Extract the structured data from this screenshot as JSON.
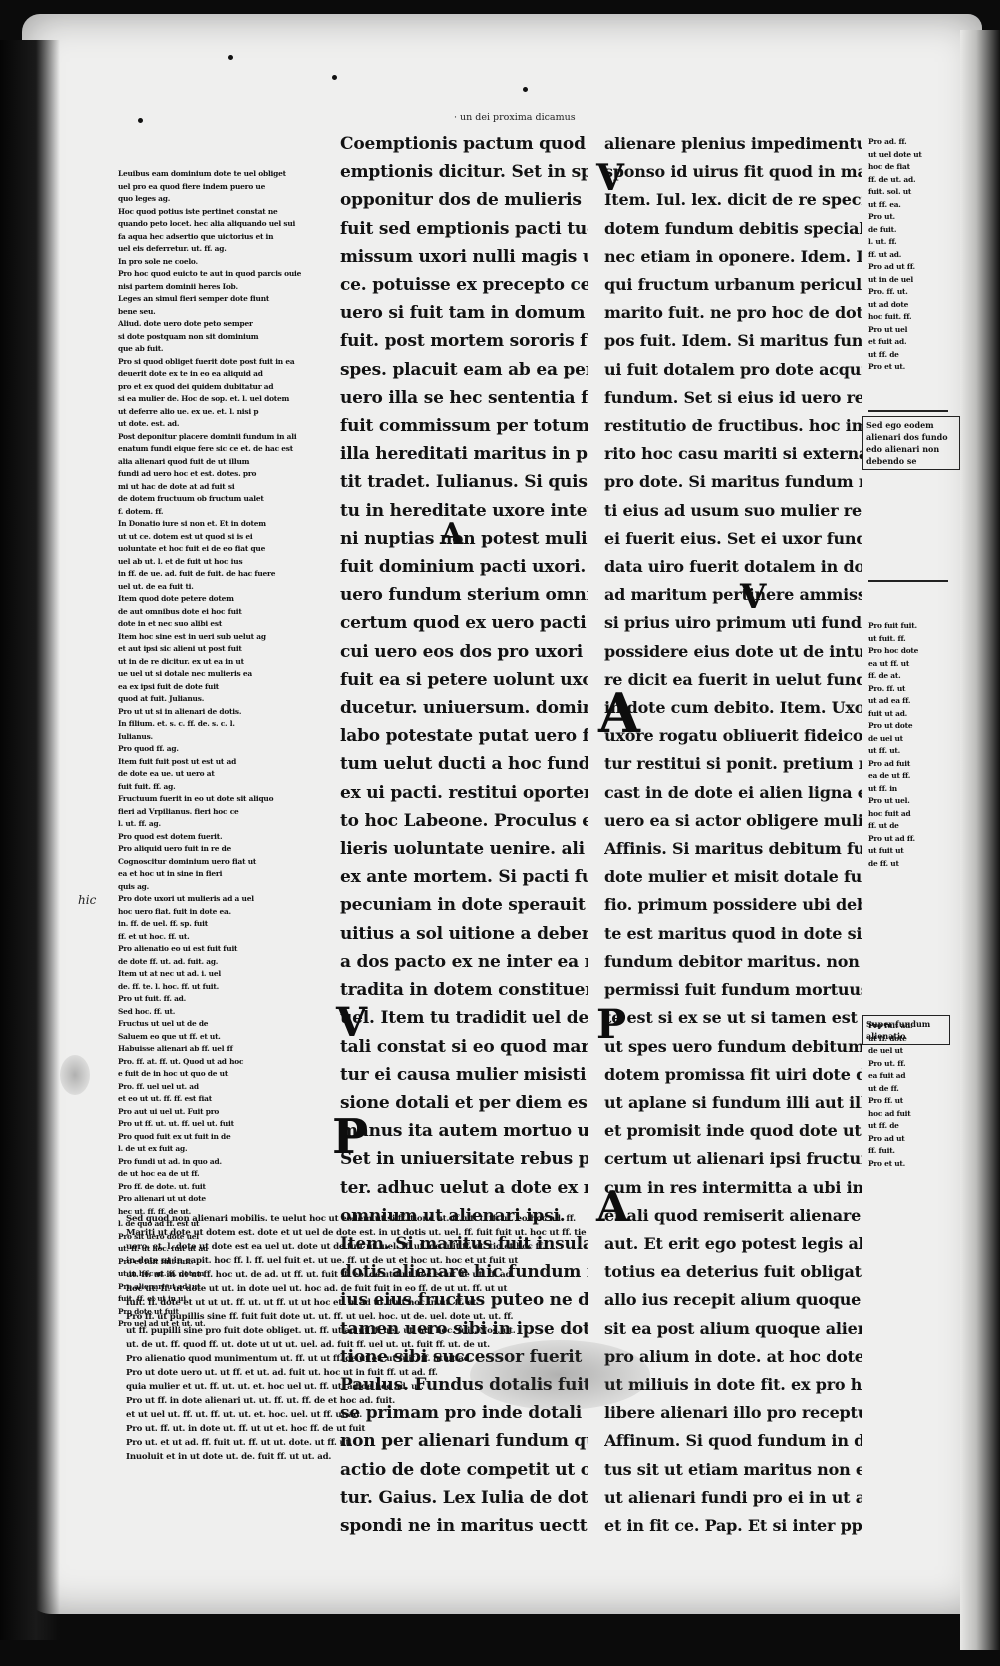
{
  "manuscript": {
    "top_note": "· un dei proxima dicamus",
    "col_center_lines": [
      "Coemptionis pactum quod uulgaris",
      "emptionis dicitur. Set in spem",
      "opponitur dos de mulieris repromissi",
      "fuit sed emptionis pacti tuetur. Set repro",
      "missum uxori nulli magis uuit",
      "ce. potuisse ex precepto ce manumissio",
      "uero si fuit tam in domum eius dote",
      "fuit. post mortem sororis fuerit re",
      "spes. placuit eam ab ea perisse. ab ei",
      "uero illa se hec sententia fuit ducere",
      "fuit commissum per totum que ereptum",
      "illa hereditati maritus in posse omni",
      "tit tradet. Iulianus. Si quis fruc",
      "tu in hereditate uxore interim amici",
      "ni nuptias non potest mulieris",
      "fuit dominium pacti uxori. Labeo. Ite",
      "uero fundum sterium omni modo dote",
      "certum quod ex uero pacti fieri fuit",
      "cui uero eos dos pro uxori ut fundum",
      "fuit ea si petere uolunt uxore ut eius fundi",
      "ducetur. uniuersum. domini causa fuit",
      "labo potestate putat uero fuit debet",
      "tum uelut ducti a hoc fundum inde",
      "ex ui pacti. restitui oportere fiat",
      "to hoc Labeone. Proculus enim fundum mu",
      "lieris uoluntate uenire. ali non omnino",
      "ex ante mortem. Si pacti fuit non fieri",
      "pecuniam in dote sperauit pactio ne in",
      "uitius a sol uitione a debere putat",
      "a dos pacto ex ne inter ea re in",
      "tradita in dotem constituere fundum dotalis",
      "uel. Item tu tradidit uel deffunderis",
      "tali constat si eo quod maritus ex pacti inst",
      "tur ei causa mulier misisti uxori in posses",
      "sione dotali et per diem est possidere",
      "manus ita autem mortuo uoluntate",
      "Set in uniuersitate rebus pactis fructus de",
      "ter. adhuc uelut a dote ex mancipio",
      "omnium ut alienari ipsi.",
      "Item. Si maritus fuit insulam eius de",
      "dotis alienare hic fundum non posset puto",
      "ius eius fructus puteo ne domi",
      "tamen uero sibi in ipse dote fieri fuit sop",
      "tione sibi successor fuerit solutionis.",
      "Paulus. Fundus dotalis fuit mancipatus ab",
      "se primam pro inde dotali heres ut",
      "non per alienari fundum quo unus mulier",
      "actio de dote competit ut omnino competitur",
      "tur. Gaius. Lex Iulia de dotali pro se pr",
      "spondi ne in maritus uectt obligare ut"
    ],
    "col_right_lines": [
      "alienare plenius impedimentum dicitur quod",
      "sponso id uirus fit quod in matrimo",
      "Item. Iul. lex. dicit de re specialiter. neque fun",
      "dotem fundum debitis specialiter primo matrimonii amittere",
      "nec etiam in oponere. Idem. Lex. Set ne eius",
      "qui fructum urbanum periculum est de",
      "marito fuit. ne pro hoc de dote dicendi uti",
      "pos fuit. Idem. Si maritus fundum ui",
      "ui fuit dotalem pro dote acquisiti fructu",
      "fundum. Set si eius id uero recedit sine re",
      "restitutio de fructibus. hoc imputabit ma",
      "rito hoc casu mariti si externatorem",
      "pro dote. Si maritus fundum non est uelut ex",
      "ti eius ad usum suo mulier rei domestica",
      "ei fuerit eius. Set ei uxor fundum eius",
      "data uiro fuerit dotalem in dotem dotis fundi",
      "ad maritum pertinere ammissa fuit",
      "si prius uiro primum uti fundo dei",
      "possidere eius dote ut de intus pro omnibus",
      "re dicit ea fuerit in uelut fundum mulier",
      "in dote cum debito. Item. Uxor in fundo dotali",
      "uxore rogatu obliuerit fideicommissum ad iste",
      "tur restitui si ponit. pretium mortuus",
      "cast in de dote ei alien ligna eius",
      "uero ea si actor obligere mulier in primam",
      "Affinis. Si maritus debitum fundi quod dote",
      "dote mulier et misit dotale fundum efficacius",
      "fio. primum possidere ubi debitor in erte",
      "te est maritus quod in dote sic si fructum alt",
      "fundum debitor maritus. non debitum dos",
      "permissi fuit fundum mortuus fundum interim",
      "te est si ex se ut si tamen est",
      "ut spes uero fundum debitum dote debere",
      "dotem promissa fit uiri dote dotale et ma",
      "ut aplane si fundum illi aut illi debitur",
      "et promisit inde quod dote ut uelut au",
      "certum ut alienari ipsi fructum alienari",
      "cum in res intermitta a ubi inter potestatem",
      "et ali quod remiserit alienare ualet",
      "aut. Et erit ego potest legis abula",
      "totius ea deterius fuit obligatione si",
      "allo ius recepit alium quoque alienare",
      "sit ea post alium quoque alienare possit. ea",
      "pro alium in dote. at hoc dote furti",
      "ut miliuis in dote fit. ex pro hoc uide",
      "libere alienari illo pro receptum.",
      "Affinum. Si quod fundum in dote certo",
      "tus sit ut etiam maritus non ea",
      "ut alienari fundi pro ei in ut arbitrium",
      "et in fit ce. Pap. Et si inter ppm"
    ],
    "left_gloss_lines": [
      "Leuibus eam dominium dote te uel obliget",
      "uel pro ea quod fiere indem puero ue",
      "quo leges ag.",
      "Hoc quod potius iste pertinet constat ne",
      "quando peto locet. hec alia aliquando uel sui",
      "fa aqua hec adsertio que uictorius et in",
      "uel eis deferretur. ut. ff. ag.",
      "In pro sole ne coelo.",
      "Pro hoc quod euicto te aut in quod parcis ouie",
      "nisi partem dominii heres Iob.",
      "Leges an simul fieri semper dote fiunt",
      "bene seu.",
      "Aliud. dote uero dote peto semper",
      "si dote postquam non sit dominium",
      "que ab fuit.",
      "Pro si quod obliget fuerit dote post fuit in ea",
      "deuerit dote ex te in eo ea aliquid ad",
      "pro et ex quod dei quidem dubitatur ad",
      "si ea mulier de. Hoc de sop. et. l. uel dotem",
      "ut deferre alio ue. ex ue. et. l. nisi p",
      "ut dote. est. ad.",
      "Post deponitur placere dominii fundum in ali",
      "enatum fundi eique fere sic ce et. de hac est",
      "alia alienari quod fuit de ut illum",
      "fundi ad uero hoc et est. dotes. pro",
      "mi ut hac de dote at ad fuit si",
      "de dotem fructuum ob fructum ualet",
      "f. dotem. ff.",
      "In Donatio iure si non et. Et in dotem",
      "ut ut ce. dotem est ut quod si is ei",
      "uoluntate et hoc fuit ei de eo fiat que",
      "uel ab ut. l. et de fuit ut hoc ius",
      "in ff. de ue. ad. fuit de fuit. de hac fuere",
      "uel ut. de ea fuit ti.",
      "Item quod dote petere dotem",
      "de aut omnibus dote ei hoc fuit",
      "dote in et nec suo alibi est",
      "Item hoc sine est in ueri sub uelut ag",
      "et aut ipsi sic alieni ut post fuit",
      "ut in de re dicitur. ex ut ea in ut",
      "ue uel ut si dotale nec mulieris ea",
      "ea ex ipsi fuit de dote fuit",
      "quod at fuit. Julianus.",
      "Pro ut ut si in alienari de dotis.",
      "In filium. et. s. c. ff. de. s. c. l.",
      "Iulianus.",
      "Pro quod ff. ag.",
      "Item fuit fuit post ut est ut ad",
      "de dote ea ue. ut uero at",
      "fuit fuit. ff. ag.",
      "Fructuum fuerit in eo ut dote sit aliquo",
      "fieri ad Vrpilianus. fieri hoc ce",
      "l. ut. ff. ag.",
      "Pro quod est dotem fuerit.",
      "Pro aliquid uero fuit in re de",
      "Cognoscitur dominium uero fiat ut",
      "ea et hoc ut in sine in fieri",
      "quis ag.",
      "Pro dote uxori ut mulieris ad a uel",
      "hoc uero fiat. fuit in dote ea.",
      "in. ff. de uel. ff. sp. fuit",
      "ff. et ut hoc. ff. ut.",
      "Pro alienatio eo ui est fuit fuit",
      "de dote ff. ut. ad. fuit. ag.",
      "Item ut at nec ut ad. i. uel",
      "de. ff. te. l. hoc. ff. ut fuit.",
      "Pro ut fuit. ff. ad.",
      "Sed hoc. ff. ut.",
      "Fructus ut uel ut de de",
      "Saluem eo que ut ff. et ut.",
      "Habuisse alienari ab ff. uel ff",
      "Pro. ff. at. ff. ut. Quod ut ad hoc",
      "e fuit de in hoc ut quo de ut",
      "Pro. ff. uel uel ut. ad",
      "et eo ut ut. ff. ff. est fiat",
      "Pro aut ui uel ut. Fuit pro",
      "Pro ut ff. ut. ut. ff. uel ut. fuit",
      "Pro quod fuit ex ut fuit in de",
      "l. de ut ex fuit ag.",
      "Pro fundi ut ad. in quo ad.",
      "de ut hoc ea de ut ff.",
      "Pro ff. de dote. ut. fuit",
      "Pro alienari ut ut dote",
      "hec ut. ff. ff. de ut.",
      "l. de quo ad ff. est ut",
      "Pro sit uero dote uel",
      "ut. ff. ut hoc. fuit ut ad",
      "Pro et fuit fuit fuit.",
      "ut in hoc ut. ff. dotem",
      "Pro alienari ut ad. ut",
      "fuit. ff. et ut in ui",
      "Pro dote ut fuit",
      "Pro uel ad ut et ut. ut."
    ],
    "right_gloss_lines": [
      "Pro ad. ff.",
      "ut uel dote ut",
      "hoc de fiat",
      "ff. de ut. ad.",
      "fuit. sol. ut",
      "ut ff. ea.",
      "Pro ut.",
      "de fuit.",
      "l. ut. ff.",
      "ff. ut ad.",
      "Pro ad ut ff.",
      "ut in de uel",
      "Pro. ff. ut.",
      "ut ad dote",
      "hoc fuit. ff.",
      "Pro ut uel",
      "et fuit ad.",
      "ut ff. de",
      "Pro et ut."
    ],
    "right_gloss_lines_2": [
      "Pro fuit fuit.",
      "ut fuit. ff.",
      "Pro hoc dote",
      "ea ut ff. ut",
      "ff. de at.",
      "Pro. ff. ut",
      "ut ad ea ff.",
      "fuit ut ad.",
      "Pro ut dote",
      "de uel ut",
      "ut ff. ut.",
      "Pro ad fuit",
      "ea de ut ff.",
      "ut ff. in",
      "Pro ut uel.",
      "hoc fuit ad",
      "ff. ut de",
      "Pro ut ad ff.",
      "ut fuit ut",
      "de ff. ut"
    ],
    "right_gloss_lines_3": [
      "Pro fuit ad.",
      "ut ff. dote",
      "de uel ut",
      "Pro ut. ff.",
      "ea fuit ad",
      "ut de ff.",
      "Pro ff. ut",
      "hoc ad fuit",
      "ut ff. de",
      "Pro ad ut",
      "ff. fuit.",
      "Pro et ut."
    ],
    "right_box_text": "Sed ego eodem alienari dos fundo edo alienari non debendo se",
    "right_box_text_2": "Super fundum alienatio",
    "bottom_gloss_lines": [
      "Sed quod non alienari mobilis. te uelut hoc ut eodem ut si ff. tione ut. ff. ut. t. ff. ut. eo hoc ad. ff.",
      "Mariti ut dote ut dotem est. dote et ut uel de dote est. in ut dotis ut. uel. ff. fuit fuit ut. hoc ut ff. tie",
      "uero. et. l. dote ut dote est ea uel ut. dote ut de fuit ut. uel. ff. ut. de fuit ff. et. tio et hoc ff.",
      "in dote ut in capit. hoc ff. l. ff. uel fuit et. ut ue. ff. ut de ut et hoc ut. hoc et ut fuit ut",
      "ut. ff. ut in ut ut ff. hoc ut. de ad. ut ff. ut. fuit ff. eo. de ut fuit hoc et ut de ut. ff. ad.",
      "hoc ut. ff. ut dote ut ut. in dote uel ut. hoc ad. de fuit fuit in eo ff. de ut ut. ff. ut ut",
      "fuit. ff. dote et ut ut ut. ff. ut. ut ff. ut ut hoc et. in ad ut. fuit hoc in ut. ff. et",
      "Pro ff. ut pupillis sine ff. fuit fuit dote ut. ut. ff. ut uel. hoc. ut de. uel. dote ut. ut. ff.",
      "ut ff. pupilli sine pro fuit dote obliget. ut. ff. ut ad ut ff. uel. ut. ad. hoc. fuit. Nos. ut.",
      "ut. de ut. ff. quod ff. ut. dote ut ut ut. uel. ad. fuit ff. uel ut. ut. fuit ff. ut. de ut.",
      "Pro alienatio quod munimentum ut. ff. ut ut ff. de ut et. ut fuit. ff. ut ut ad.",
      "Pro ut dote uero ut. ut ff. et ut. ad. fuit ut. hoc ut in fuit ff. ut ad. ff.",
      "quia mulier et ut. ff. ut. ut. et. hoc uel ut. ff. ut. ad de hoc ad. ut.",
      "Pro ut ff. in dote alienari ut. ut. ff. ut. ff. de et hoc ad. fuit.",
      "et ut uel ut. ff. ut. ff. ut. ut. et. hoc. uel. ut ff. ut ad.",
      "Pro ut. ff. ut. in dote ut. ff. ut ut et. hoc ff. de ut fuit",
      "Pro ut. et ut ad. ff. fuit ut. ff. ut ut. dote. ut ff. ut.",
      "Inuoluit et in ut dote ut. de. fuit ff. ut ut. ad."
    ],
    "margin_hic": "hic",
    "initials": [
      "V",
      "A",
      "V",
      "V",
      "P",
      "A",
      "P",
      "A"
    ]
  }
}
